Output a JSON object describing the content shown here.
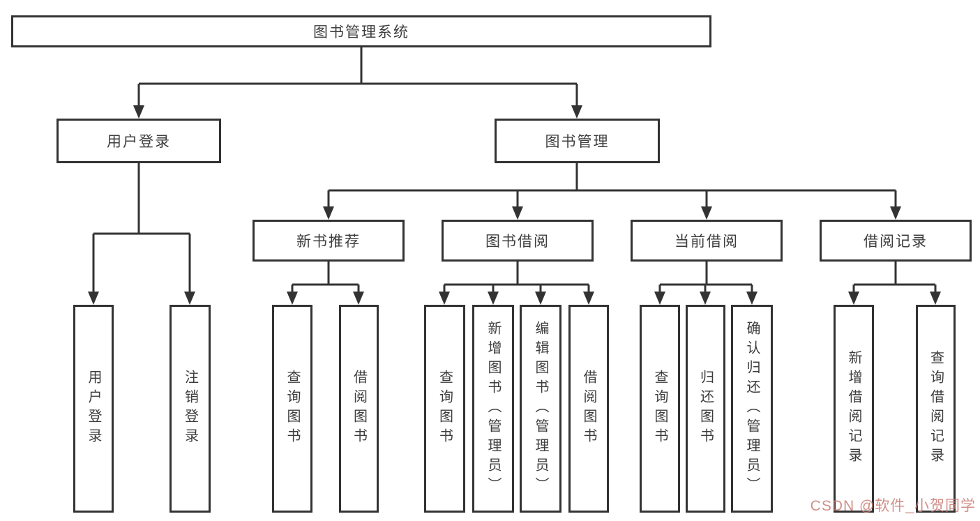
{
  "diagram": {
    "root": "图书管理系统",
    "level2": {
      "user_login": "用户登录",
      "book_mgmt": "图书管理"
    },
    "level3": {
      "new_books": "新书推荐",
      "borrowing": "图书借阅",
      "current": "当前借阅",
      "records": "借阅记录"
    },
    "leaves": {
      "user_login": [
        "用户登录",
        "注销登录"
      ],
      "new_books": [
        "查询图书",
        "借阅图书"
      ],
      "borrowing": [
        "查询图书",
        "新增图书（管理员）",
        "编辑图书（管理员）",
        "借阅图书"
      ],
      "current": [
        "查询图书",
        "归还图书",
        "确认归还（管理员）"
      ],
      "records": [
        "新增借阅记录",
        "查询借阅记录"
      ]
    }
  },
  "watermark": "CSDN @软件_小贺同学",
  "colors": {
    "line": "#333333",
    "text": "#3d3d3d",
    "watermark": "#c97b73"
  }
}
